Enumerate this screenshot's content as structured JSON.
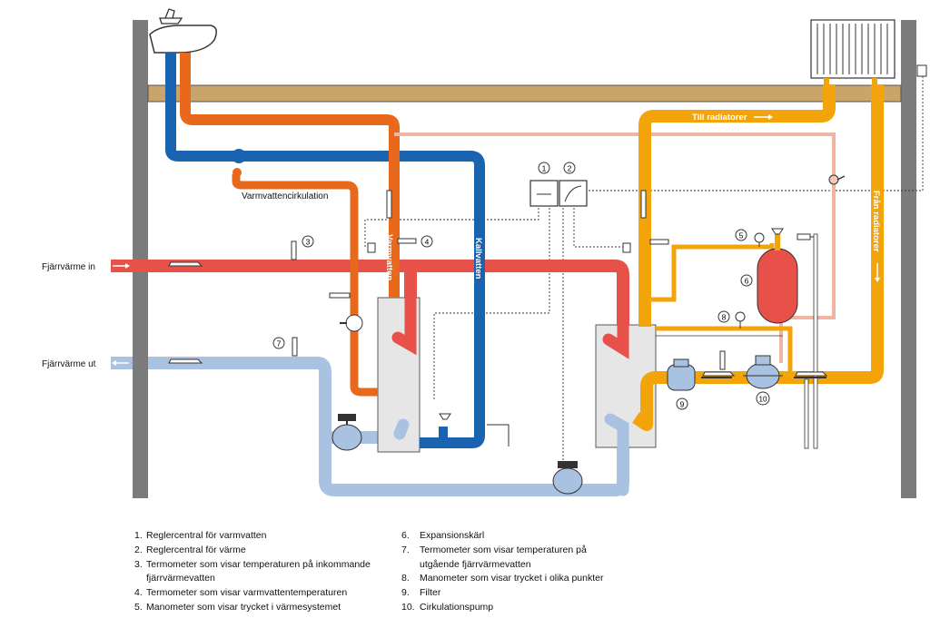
{
  "labels": {
    "district_in": "Fjärrvärme in",
    "district_out": "Fjärrvärme ut",
    "hot_water": "Varmvatten",
    "cold_water": "Kallvatten",
    "hw_circulation": "Varmvattencirkulation",
    "to_radiators": "Till radiatorer",
    "from_radiators": "Från radiatorer"
  },
  "callouts": [
    "1",
    "2",
    "3",
    "4",
    "5",
    "6",
    "7",
    "8",
    "9",
    "10"
  ],
  "legend_left": [
    {
      "num": "1.",
      "text": "Reglercentral för varmvatten"
    },
    {
      "num": "2.",
      "text": "Reglercentral för värme"
    },
    {
      "num": "3.",
      "text": "Termometer som visar temperaturen på inkommande fjärrvärmevatten"
    },
    {
      "num": "4.",
      "text": "Termometer som visar varmvattentemperaturen"
    },
    {
      "num": "5.",
      "text": "Manometer som visar trycket i värmesystemet"
    }
  ],
  "legend_right": [
    {
      "num": "6.",
      "text": "Expansionskärl"
    },
    {
      "num": "7.",
      "text": "Termometer som visar temperaturen på utgående fjärrvärmevatten"
    },
    {
      "num": "8.",
      "text": "Manometer som visar trycket i olika punkter"
    },
    {
      "num": "9.",
      "text": "Filter"
    },
    {
      "num": "10.",
      "text": "Cirkulationspump"
    }
  ],
  "colors": {
    "supply_red": "#e8504a",
    "return_blue": "#a9c2e2",
    "hot_orange": "#e8681c",
    "cold_blue": "#1a63b0",
    "radiator_yellow": "#f3a40a",
    "wall_gray": "#7b7b7b",
    "floor_beam": "#c9a46b",
    "exchanger_gray": "#e6e6e6"
  }
}
